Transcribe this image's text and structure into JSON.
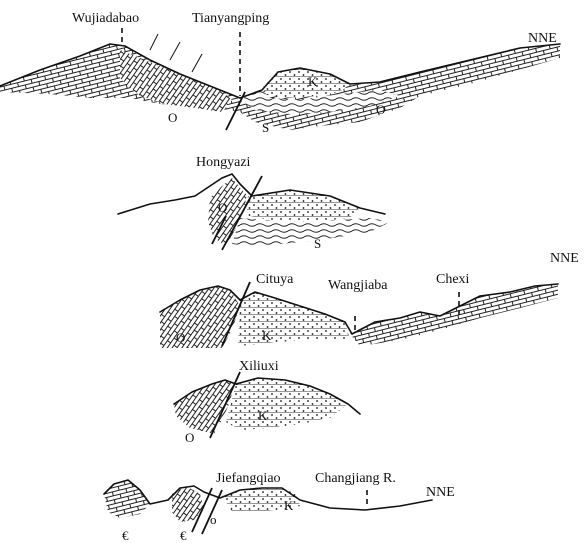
{
  "sections": [
    {
      "places": [
        "Wujiadabao",
        "Tianyangping"
      ],
      "direction": "NNE",
      "units": [
        "O",
        "K",
        "S",
        "O"
      ]
    },
    {
      "places": [
        "Hongyazi"
      ],
      "direction": "",
      "units": [
        "O",
        "S"
      ]
    },
    {
      "places": [
        "Cituya",
        "Wangjiaba",
        "Chexi"
      ],
      "direction": "NNE",
      "units": [
        "O",
        "K"
      ]
    },
    {
      "places": [
        "Xiliuxi"
      ],
      "direction": "",
      "units": [
        "O",
        "K"
      ]
    },
    {
      "places": [
        "Jiefangqiao",
        "Changjiang R."
      ],
      "direction": "NNE",
      "units": [
        "€",
        "€",
        "o",
        "K"
      ]
    }
  ]
}
